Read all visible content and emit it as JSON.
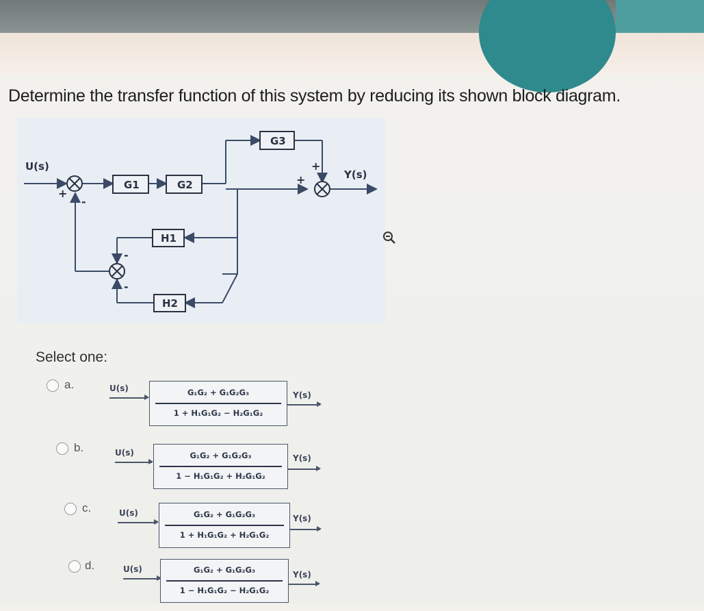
{
  "question": "Determine the transfer function of this system by reducing its shown block diagram.",
  "diagram": {
    "input": "U(s)",
    "output": "Y(s)",
    "blocks": [
      "G1",
      "G2",
      "G3",
      "H1",
      "H2"
    ],
    "signs": {
      "plus": "+",
      "minus": "-"
    }
  },
  "icons": {
    "zoom": "zoom-out-icon"
  },
  "select_label": "Select one:",
  "options": [
    {
      "letter": "a.",
      "input": "U(s)",
      "output": "Y(s)",
      "numerator": "G₁G₂ + G₁G₂G₃",
      "denominator": "1 + H₁G₁G₂ − H₂G₁G₂"
    },
    {
      "letter": "b.",
      "input": "U(s)",
      "output": "Y(s)",
      "numerator": "G₁G₂ + G₁G₂G₃",
      "denominator": "1 − H₁G₁G₂ + H₂G₁G₂"
    },
    {
      "letter": "c.",
      "input": "U(s)",
      "output": "Y(s)",
      "numerator": "G₁G₂ + G₁G₂G₃",
      "denominator": "1 + H₁G₁G₂ + H₂G₁G₂"
    },
    {
      "letter": "d.",
      "input": "U(s)",
      "output": "Y(s)",
      "numerator": "G₁G₂ + G₁G₂G₃",
      "denominator": "1 − H₁G₁G₂ − H₂G₁G₂"
    }
  ]
}
